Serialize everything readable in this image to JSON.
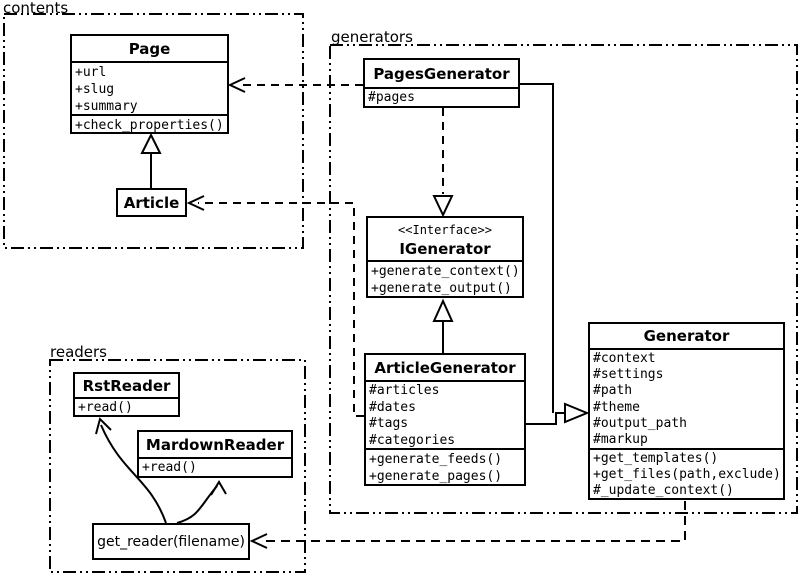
{
  "colors": {
    "line": "#000000",
    "background": "#ffffff"
  },
  "packages": {
    "contents": {
      "label": "contents"
    },
    "generators": {
      "label": "generators"
    },
    "readers": {
      "label": "readers"
    }
  },
  "classes": {
    "page": {
      "title": "Page",
      "attributes": [
        "+url",
        "+slug",
        "+summary"
      ],
      "methods": [
        "+check_properties()"
      ]
    },
    "article": {
      "title": "Article"
    },
    "pages_generator": {
      "title": "PagesGenerator",
      "attributes": [
        "#pages"
      ]
    },
    "igenerator": {
      "stereotype": "<<Interface>>",
      "title": "IGenerator",
      "methods": [
        "+generate_context()",
        "+generate_output()"
      ]
    },
    "article_generator": {
      "title": "ArticleGenerator",
      "attributes": [
        "#articles",
        "#dates",
        "#tags",
        "#categories"
      ],
      "methods": [
        "+generate_feeds()",
        "+generate_pages()"
      ]
    },
    "generator": {
      "title": "Generator",
      "attributes": [
        "#context",
        "#settings",
        "#path",
        "#theme",
        "#output_path",
        "#markup"
      ],
      "methods": [
        "+get_templates()",
        "+get_files(path,exclude)",
        "#_update_context()"
      ]
    },
    "rst_reader": {
      "title": "RstReader",
      "methods": [
        "+read()"
      ]
    },
    "mardown_reader": {
      "title": "MardownReader",
      "methods": [
        "+read()"
      ]
    },
    "get_reader": {
      "title": "get_reader(filename)"
    }
  }
}
